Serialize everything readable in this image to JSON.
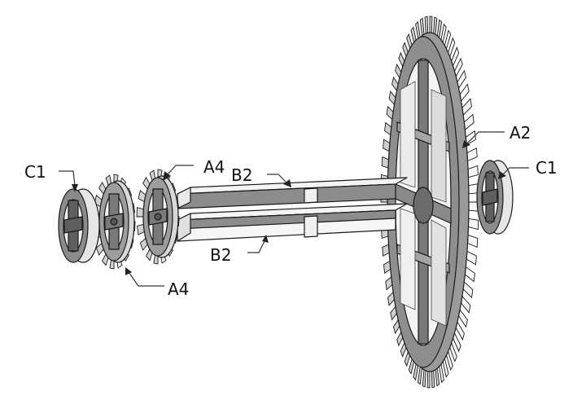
{
  "labels": {
    "c1_left": "C1",
    "c1_right": "C1",
    "a4_top": "A4",
    "a4_bottom": "A4",
    "b2_top": "B2",
    "b2_bottom": "B2",
    "a2": "A2"
  },
  "colors": {
    "face_light": "#f2f2f2",
    "face_mid": "#b9b9b9",
    "face_dark": "#7d7d7d",
    "face_shadow": "#5f5f5f",
    "outline": "#1a1a1a"
  }
}
